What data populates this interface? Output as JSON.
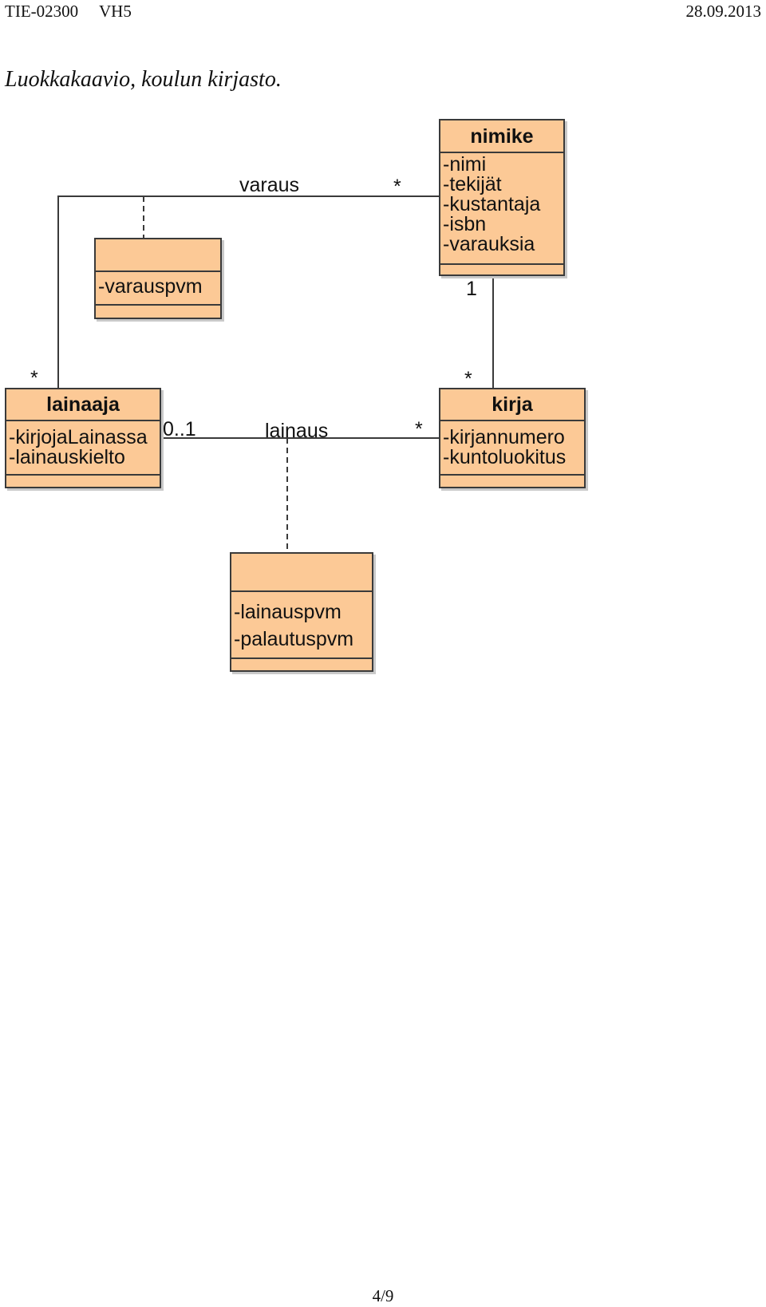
{
  "header": {
    "course": "TIE-02300",
    "exercise": "VH5",
    "date": "28.09.2013"
  },
  "subtitle": "Luokkakaavio, koulun kirjasto.",
  "classes": {
    "nimike": {
      "name": "nimike",
      "attributes": [
        "-nimi",
        "-tekijät",
        "-kustantaja",
        "-isbn",
        "-varauksia"
      ]
    },
    "lainaaja": {
      "name": "lainaaja",
      "attributes": [
        "-kirjojaLainassa",
        "-lainauskielto"
      ]
    },
    "kirja": {
      "name": "kirja",
      "attributes": [
        "-kirjannumero",
        "-kuntoluokitus"
      ]
    },
    "varaus_assoc": {
      "name": "",
      "attributes": [
        "-varauspvm"
      ]
    },
    "lainaus_assoc": {
      "name": "",
      "attributes": [
        "-lainauspvm",
        "-palautuspvm"
      ]
    }
  },
  "associations": {
    "varaus": {
      "label": "varaus",
      "mult_lainaaja": "*",
      "mult_nimike": "*"
    },
    "nimike_kirja": {
      "mult_nimike": "1",
      "mult_kirja": "*"
    },
    "lainaus": {
      "label": "lainaus",
      "mult_lainaaja": "0..1",
      "mult_kirja": "*"
    }
  },
  "footer": {
    "page": "4/9"
  }
}
